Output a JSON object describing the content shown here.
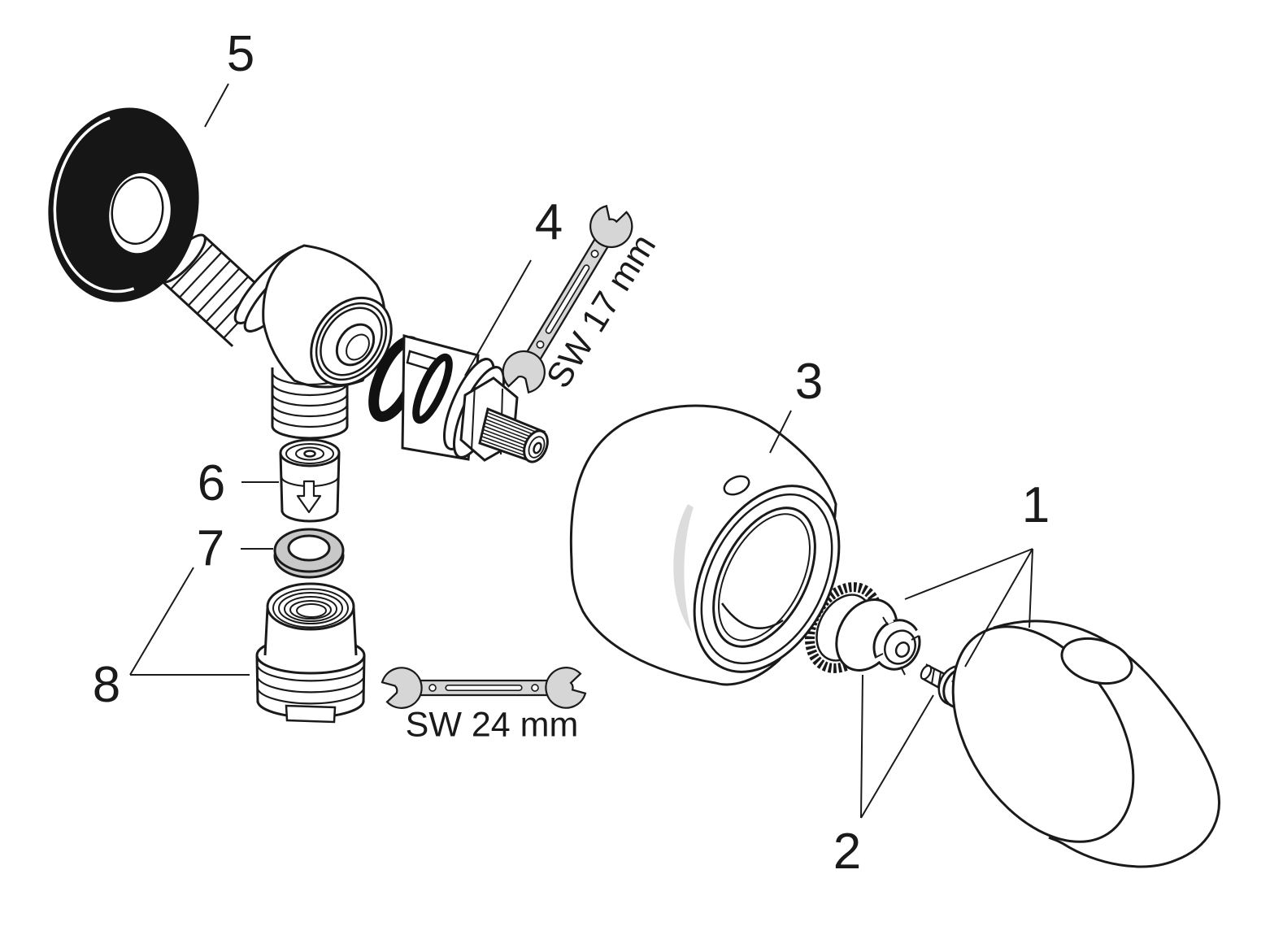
{
  "diagram": {
    "kind": "exploded parts diagram",
    "subject": "angle shut-off valve with handle, sleeve and adapter"
  },
  "callouts": {
    "part1": "1",
    "part2": "2",
    "part3": "3",
    "part4": "4",
    "part5": "5",
    "part6": "6",
    "part7": "7",
    "part8": "8"
  },
  "annotations": {
    "wrench_small": "SW 17 mm",
    "wrench_large": "SW 24 mm"
  },
  "colors": {
    "line": "#1a1a1a",
    "rosette": "#161616",
    "metal": "#d6d6d6",
    "seal": "#c8c8c8",
    "highlight": "#dcdcdc",
    "bg": "#ffffff"
  }
}
